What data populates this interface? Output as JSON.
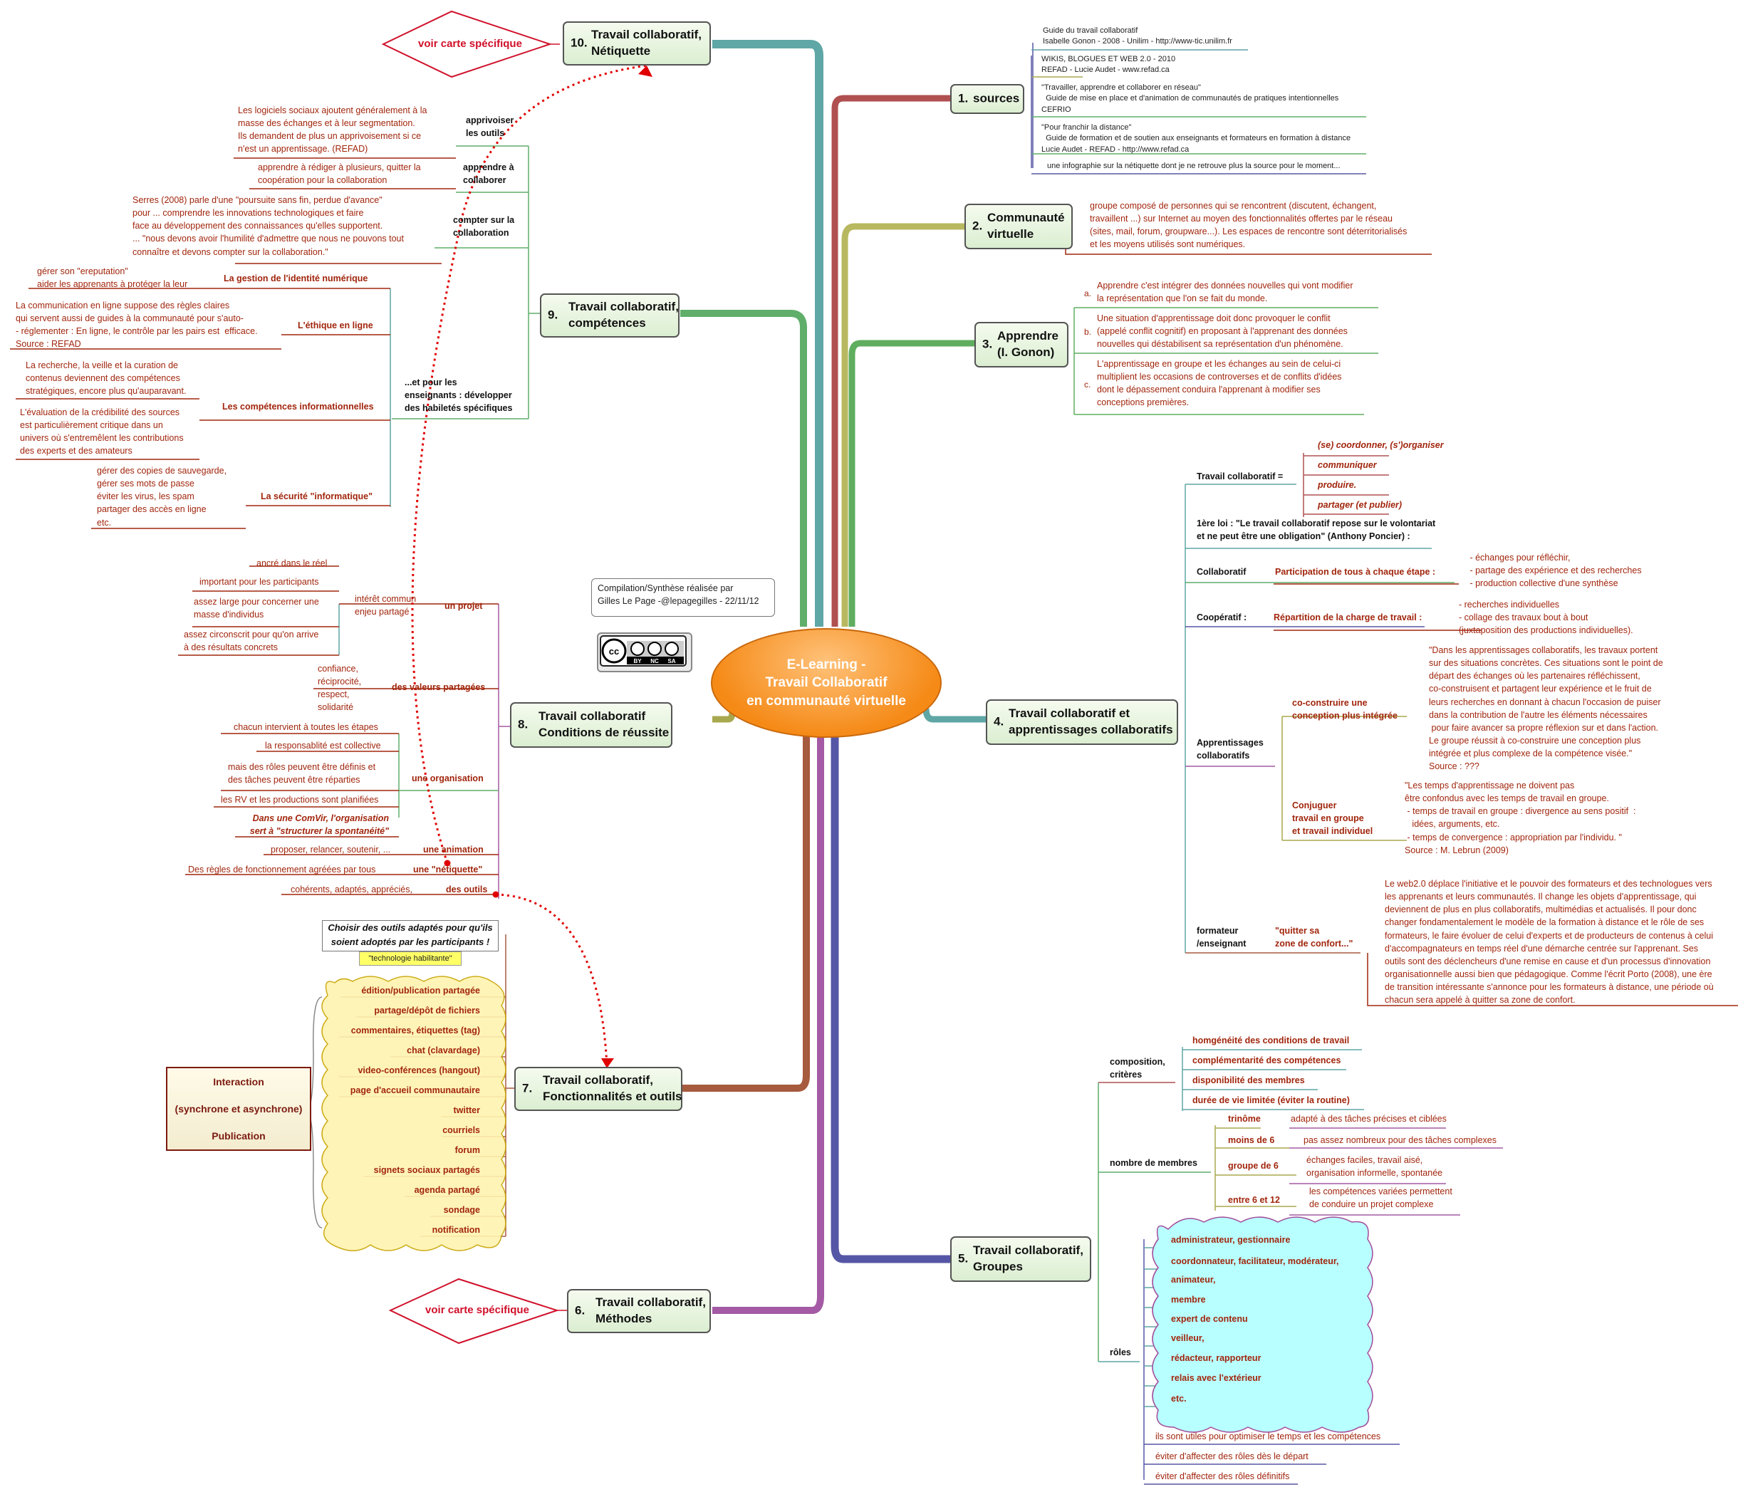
{
  "center": {
    "title": "E-Learning -\nTravail Collaboratif\nen communauté virtuelle"
  },
  "credit": {
    "text": "Compilation/Synthèse réalisée par\nGilles Le Page -@lepagegilles - 22/11/12"
  },
  "license": {
    "label": "CC BY NC SA",
    "by": "BY",
    "nc": "NC",
    "sa": "SA"
  },
  "special": {
    "label": "voir carte spécifique"
  },
  "branches": {
    "b1": {
      "num": "1.",
      "title": "sources",
      "items": [
        "Guide du travail collaboratif\nIsabelle Gonon - 2008 - Unilim - http://www-tic.unilim.fr",
        "WIKIS, BLOGUES ET WEB 2.0 - 2010\nREFAD - Lucie Audet - www.refad.ca",
        "\"Travailler, apprendre et collaborer en réseau\"\n  Guide de mise en place et d'animation de communautés de pratiques intentionnelles\nCEFRIO",
        "\"Pour franchir la distance\"\n  Guide de formation et de soutien aux enseignants et formateurs en formation à distance\nLucie Audet - REFAD - http://www.refad.ca",
        "une infographie sur la nétiquette dont je ne retrouve plus la source pour le moment..."
      ]
    },
    "b2": {
      "num": "2.",
      "title": "Communauté\nvirtuelle",
      "text": "groupe composé de personnes qui se rencontrent (discutent, échangent,\ntravaillent ...) sur Internet au moyen des fonctionnalités offertes par le réseau\n(sites, mail, forum, groupware...). Les espaces de rencontre sont déterritorialisés\net les moyens utilisés sont numériques."
    },
    "b3": {
      "num": "3.",
      "title": "Apprendre\n(I. Gonon)",
      "items": [
        {
          "m": "a.",
          "t": "Apprendre c'est intégrer des données nouvelles qui vont modifier\nla représentation que l'on se fait du monde."
        },
        {
          "m": "b.",
          "t": "Une situation d'apprentissage doit donc provoquer le conflit\n(appelé conflit cognitif) en proposant à l'apprenant des données\nnouvelles qui déstabilisent sa représentation d'un phénomène."
        },
        {
          "m": "c.",
          "t": "L'apprentissage en groupe et les échanges au sein de celui-ci\nmultiplient les occasions de controverses et de conflits d'idées\ndont le dépassement conduira l'apprenant à modifier ses\nconceptions premières."
        }
      ]
    },
    "b4": {
      "num": "4.",
      "title": "Travail collaboratif et\napprentissages collaboratifs",
      "tc_label": "Travail collaboratif =",
      "tc_items": [
        "(se) coordonner, (s')organiser",
        "communiquer",
        "produire.",
        "partager (et publier)"
      ],
      "loi": "1ère loi : \"Le travail collaboratif repose sur le volontariat\net ne peut être une obligation\" (Anthony Poncier) :",
      "collab_label": "Collaboratif",
      "collab_sub": "Participation de tous à chaque étape :",
      "collab_text": " - échanges pour réfléchir,\n - partage des expérience et des recherches\n - production collective d'une synthèse",
      "coop_label": "Coopératif :",
      "coop_sub": "Répartition de la charge de travail :",
      "coop_text": "- recherches individuelles\n- collage des travaux bout à bout\n(juxtaposition des productions individuelles).",
      "app_label": "Apprentissages\ncollaboratifs",
      "co_label": "co-construire une\nconception plus intégrée",
      "co_text": "\"Dans les apprentissages collaboratifs, les travaux portent\nsur des situations concrètes. Ces situations sont le point de\ndépart des échanges où les partenaires réfléchissent,\nco-construisent et partagent leur expérience et le fruit de\nleurs recherches en donnant à chacun l'occasion de puiser\ndans la contribution de l'autre les éléments nécessaires\n pour faire avancer sa propre réflexion sur et dans l'action.\nLe groupe réussit à co-construire une conception plus\nintégrée et plus complexe de la compétence visée.\"\nSource : ???",
      "conj_label": "Conjuguer\ntravail en groupe\net travail individuel",
      "conj_text": "\"Les temps d'apprentissage ne doivent pas\nêtre confondus avec les temps de travail en groupe.\n - temps de travail en groupe : divergence au sens positif  :\n   idées, arguments, etc.\n - temps de convergence : appropriation par l'individu. \"\nSource : M. Lebrun (2009)",
      "form_label": "formateur\n/enseignant",
      "form_sub": "\"quitter sa\nzone de confort...\"",
      "form_text": "Le web2.0 déplace l'initiative et le pouvoir des formateurs et des technologues vers\nles apprenants et leurs communautés. Il change les objets d'apprentissage, qui\ndeviennent de plus en plus collaboratifs, multimédias et actualisés. Il pour donc\nchanger fondamentalement le modèle de la formation à distance et le rôle de ses\nformateurs, le faire évoluer de celui d'experts et de producteurs de contenus à celui\nd'accompagnateurs en temps réel d'une démarche centrée sur l'apprenant. Ses\noutils sont des déclencheurs d'une remise en cause et d'un processus d'innovation\norganisationnelle aussi bien que pédagogique. Comme l'écrit Porto (2008), une ère\nde transition intéressante s'annonce pour les formateurs à distance, une période où\nchacun sera appelé à quitter sa zone de confort."
    },
    "b5": {
      "num": "5.",
      "title": "Travail collaboratif,\nGroupes",
      "comp_label": "composition,\ncritères",
      "comp_items": [
        "homgénéité des conditions de travail",
        "complémentarité des compétences",
        "disponibilité des membres",
        "durée de vie limitée (éviter la routine)"
      ],
      "nb_label": "nombre de membres",
      "nb_items": [
        {
          "k": "trinôme",
          "t": "adapté à des tâches précises et ciblées"
        },
        {
          "k": "moins de 6",
          "t": "pas assez nombreux pour des tâches complexes"
        },
        {
          "k": "groupe de 6",
          "t": "échanges faciles, travail aisé,\norganisation informelle, spontanée"
        },
        {
          "k": "entre 6 et 12",
          "t": "les compétences variées permettent\nde conduire un projet complexe"
        }
      ],
      "roles_label": "rôles",
      "roles": [
        "administrateur, gestionnaire",
        "coordonnateur, facilitateur, modérateur,",
        "animateur,",
        "membre",
        "expert de contenu",
        "veilleur,",
        "rédacteur, rapporteur",
        "relais avec l'extérieur",
        "etc."
      ],
      "notes": [
        "ils sont utiles pour optimiser le temps et les compétences",
        "éviter d'affecter des rôles dès le départ",
        "éviter d'affecter des rôles définitifs"
      ]
    },
    "b6": {
      "num": "6.",
      "title": "Travail collaboratif,\nMéthodes"
    },
    "b7": {
      "num": "7.",
      "title": "Travail collaboratif,\nFonctionnalités et outils",
      "head": "Choisir des outils adaptés pour qu'ils\nsoient adoptés par les  participants !",
      "badge": "\"technologie habilitante\"",
      "tools": [
        "édition/publication partagée",
        "partage/dépôt de fichiers",
        "commentaires, étiquettes (tag)",
        "chat (clavardage)",
        "video-conférences (hangout)",
        "page d'accueil communautaire",
        "twitter",
        "courriels",
        "forum",
        "signets sociaux partagés",
        "agenda partagé",
        "sondage",
        "notification"
      ],
      "interaction": "Interaction\n\n(synchrone et asynchrone)\n\nPublication"
    },
    "b8": {
      "num": "8.",
      "title": "Travail collaboratif\nConditions de réussite",
      "projet": "un projet",
      "interet": "intérêt commun\nenjeu partagé",
      "projet_items": [
        "ancré dans le réel",
        "important pour les participants",
        "assez large pour concerner une\nmasse d'individus",
        "assez circonscrit pour qu'on arrive\nà des résultats concrets"
      ],
      "valeurs": "des valeurs partagées",
      "valeurs_text": "confiance,\nréciprocité,\nrespect,\nsolidarité",
      "orga": "une organisation",
      "orga_items": [
        "chacun intervient à toutes les étapes",
        "la responsablité est collective",
        "mais des rôles peuvent être définis et\ndes tâches peuvent être réparties",
        "les RV et les productions sont planifiées",
        "Dans une ComVir, l'organisation\nsert à \"structurer la spontanéité\""
      ],
      "anim": "une animation",
      "anim_text": "proposer, relancer, soutenir, ...",
      "netiq": "une \"nétiquette\"",
      "netiq_text": "Des règles de fonctionnement agréées par tous",
      "outils": "des outils",
      "outils_text": "cohérents, adaptés, appréciés,"
    },
    "b9": {
      "num": "9.",
      "title": "Travail collaboratif,\ncompétences",
      "appr_label": "apprivoiser\nles outils",
      "appr_text": "Les logiciels sociaux ajoutent généralement à la\nmasse des échanges et à leur segmentation.\nIls demandent de plus un apprivoisement si ce\nn'est un apprentissage. (REFAD)",
      "collab_label": "apprendre à\ncollaborer",
      "collab_text": "apprendre à rédiger à plusieurs, quitter la\ncoopération pour la collaboration",
      "compter_label": "compter sur la\ncollaboration",
      "compter_text": "Serres (2008) parle d'une \"poursuite sans fin, perdue d'avance\"\npour ... comprendre les innovations technologiques et faire\nface au développement des connaissances qu'elles supportent.\n... \"nous devons avoir l'humilité d'admettre que nous ne pouvons tout\nconnaître et devons compter sur la collaboration.\"",
      "ens_label": "...et pour les\nenseignants : développer\ndes habiletés spécifiques",
      "id_label": "La gestion de l'identité numérique",
      "id_text": "gérer son \"ereputation\"\naider les apprenants à protéger la leur",
      "eth_label": "L'éthique en ligne",
      "eth_text": "La communication en ligne suppose des règles claires\nqui servent aussi de guides à la communauté pour s'auto-\n- réglementer : En ligne, le contrôle par les pairs est  efficace.\nSource : REFAD",
      "info_label": "Les compétences informationnelles",
      "info_text1": "La recherche, la veille et la curation de\ncontenus deviennent des compétences\nstratégiques, encore plus qu'auparavant.",
      "info_text2": "L'évaluation de la crédibilité des sources\nest particulièrement critique dans un\nunivers où s'entremêlent les contributions\ndes experts et des amateurs",
      "sec_label": "La sécurité \"informatique\"",
      "sec_text": "gérer des copies de sauvegarde,\ngérer ses mots de passe\néviter les virus, les spam\npartager des accès en ligne\netc."
    },
    "b10": {
      "num": "10.",
      "title": "Travail collaboratif,\nNétiquette"
    }
  },
  "colors": {
    "b1": "#b05050",
    "b2": "#b8b860",
    "b3": "#5fad5f",
    "b4": "#5fa6a6",
    "b5": "#5656a6",
    "b6": "#a45aa4",
    "b7": "#a65a3e",
    "b8": "#a8a84e",
    "b9": "#5fae6a",
    "b10": "#5fa6a6",
    "leaf": "#a1260d"
  }
}
